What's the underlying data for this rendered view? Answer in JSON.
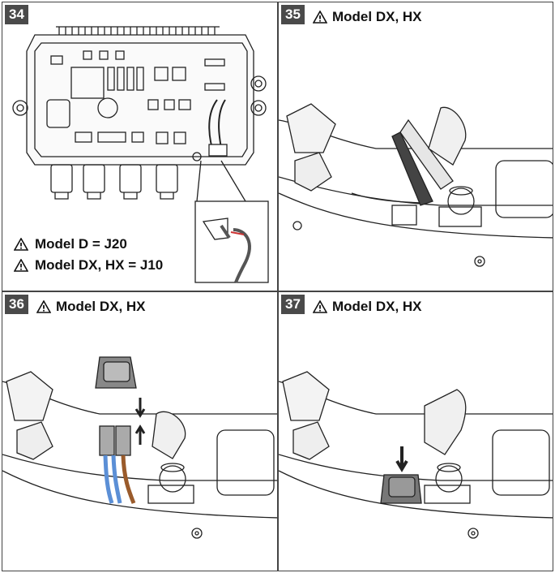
{
  "panels": [
    {
      "number": "34",
      "notes": [
        "Model D = J20",
        "Model DX, HX = J10"
      ]
    },
    {
      "number": "35",
      "header": "Model DX, HX"
    },
    {
      "number": "36",
      "header": "Model DX, HX"
    },
    {
      "number": "37",
      "header": "Model DX, HX"
    }
  ],
  "icons": {
    "warning": "warning-triangle-icon"
  }
}
